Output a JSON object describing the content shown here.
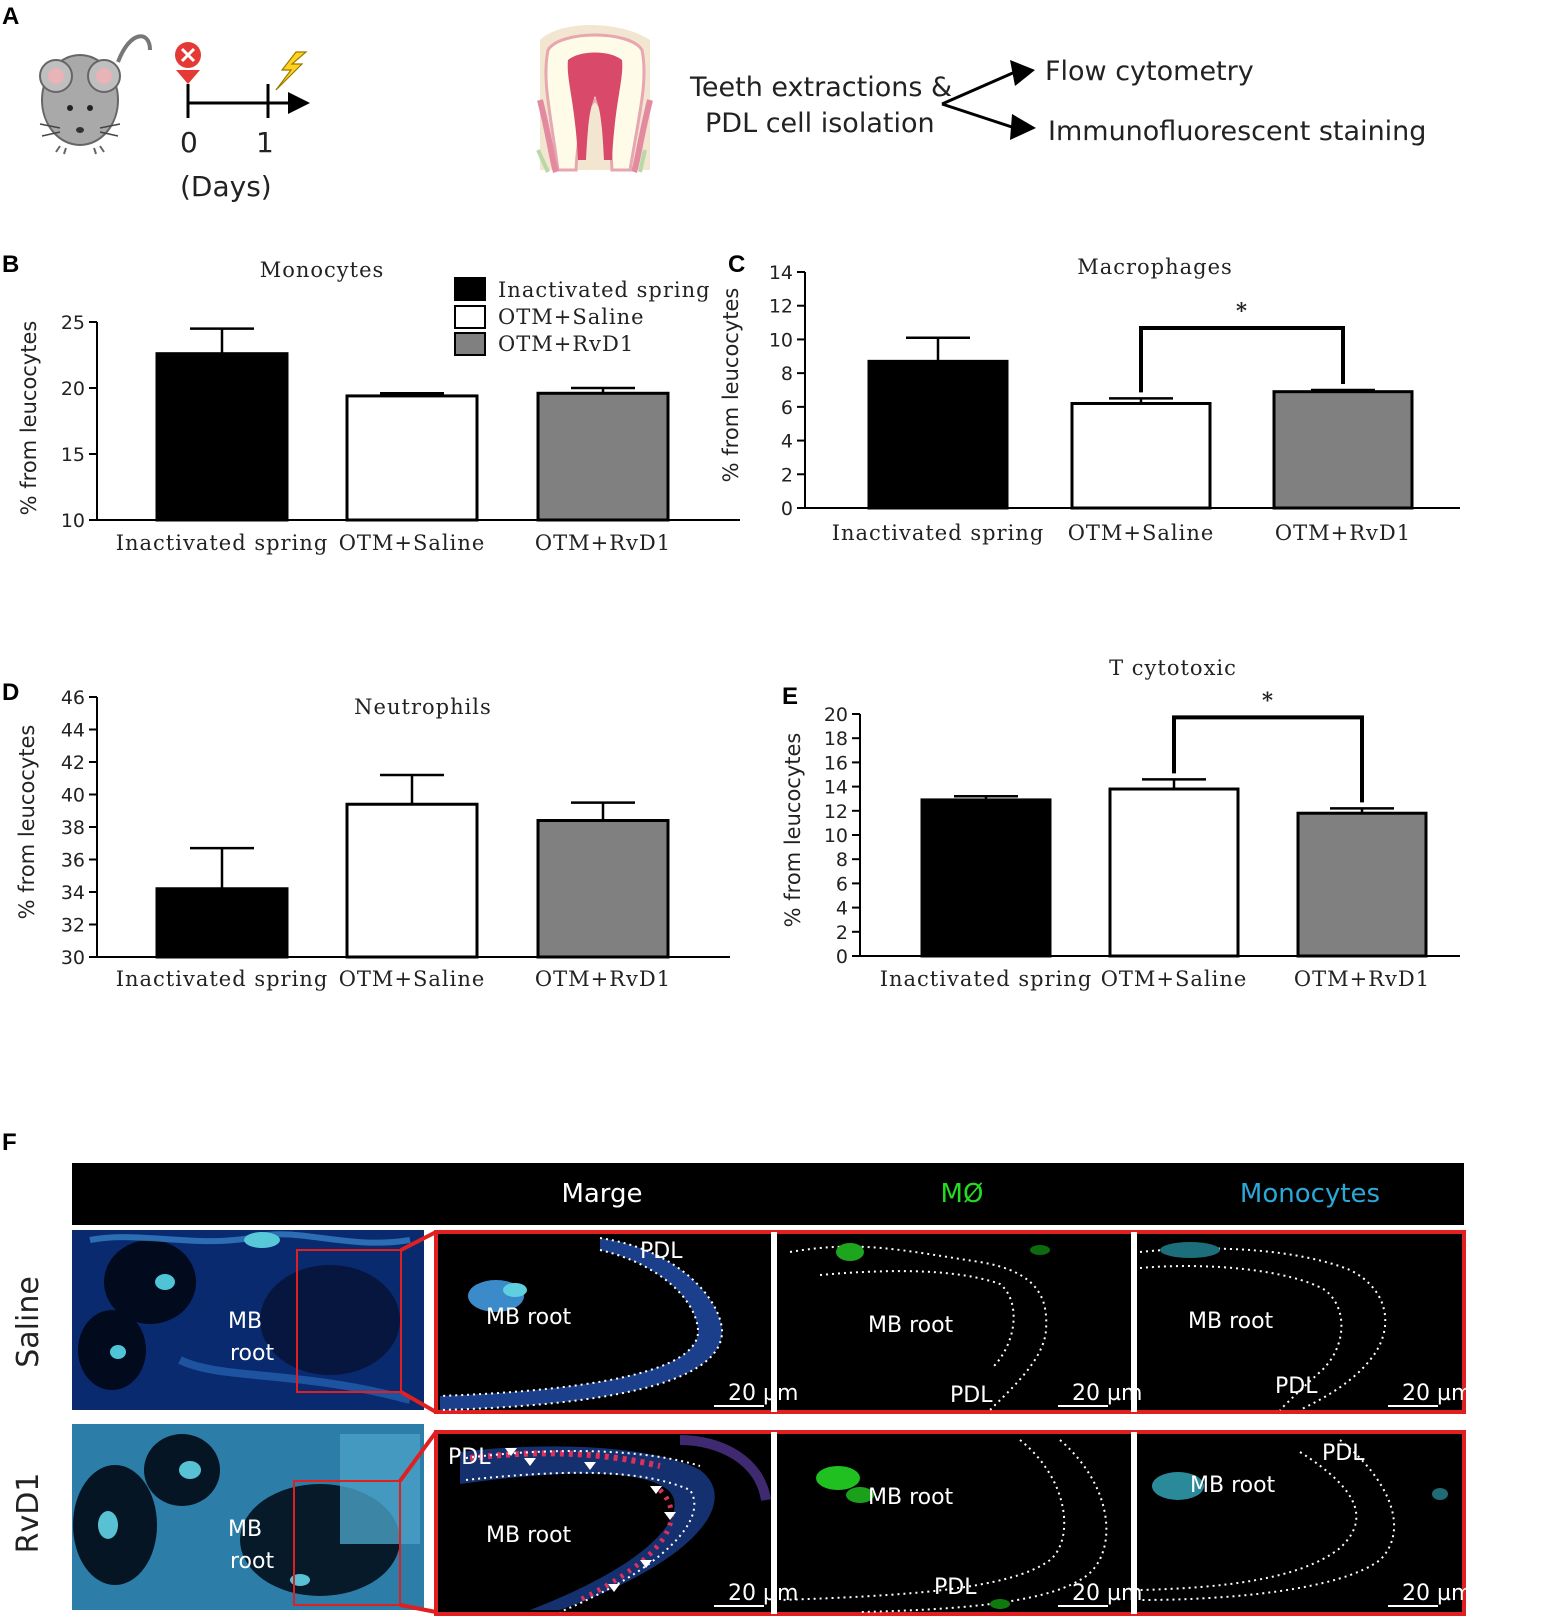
{
  "panel_labels": [
    "A",
    "B",
    "C",
    "D",
    "E",
    "F"
  ],
  "schematic": {
    "day0": "0",
    "day1": "1",
    "days_label": "(Days)",
    "procedure_line1": "Teeth extractions &",
    "procedure_line2": "PDL cell isolation",
    "output1": "Flow cytometry",
    "output2": "Immunofluorescent staining"
  },
  "legend": [
    {
      "label": "Inactivated spring",
      "color": "#000000"
    },
    {
      "label": "OTM+Saline",
      "color": "#ffffff"
    },
    {
      "label": "OTM+RvD1",
      "color": "#808080"
    }
  ],
  "chart_data": [
    {
      "id": "B",
      "type": "bar",
      "title": "Monocytes",
      "ylabel": "% from leucocytes",
      "categories": [
        "Inactivated spring",
        "OTM+Saline",
        "OTM+RvD1"
      ],
      "values": [
        22.6,
        19.4,
        19.6
      ],
      "errors": [
        1.9,
        0.2,
        0.4
      ],
      "colors": [
        "#000000",
        "#ffffff",
        "#808080"
      ],
      "ylim": [
        10,
        25
      ],
      "yticks": [
        10,
        15,
        20,
        25
      ],
      "significance": []
    },
    {
      "id": "C",
      "type": "bar",
      "title": "Macrophages",
      "ylabel": "% from leucocytes",
      "categories": [
        "Inactivated spring",
        "OTM+Saline",
        "OTM+RvD1"
      ],
      "values": [
        8.7,
        6.2,
        6.9
      ],
      "errors": [
        1.4,
        0.3,
        0.1
      ],
      "colors": [
        "#000000",
        "#ffffff",
        "#808080"
      ],
      "ylim": [
        0,
        14
      ],
      "yticks": [
        0,
        2,
        4,
        6,
        8,
        10,
        12,
        14
      ],
      "significance": [
        {
          "from": 1,
          "to": 2,
          "label": "*"
        }
      ]
    },
    {
      "id": "D",
      "type": "bar",
      "title": "Neutrophils",
      "ylabel": "% from leucocytes",
      "categories": [
        "Inactivated spring",
        "OTM+Saline",
        "OTM+RvD1"
      ],
      "values": [
        34.2,
        39.4,
        38.4
      ],
      "errors": [
        2.5,
        1.8,
        1.1
      ],
      "colors": [
        "#000000",
        "#ffffff",
        "#808080"
      ],
      "ylim": [
        30,
        46
      ],
      "yticks": [
        30,
        32,
        34,
        36,
        38,
        40,
        42,
        44,
        46
      ],
      "significance": []
    },
    {
      "id": "E",
      "type": "bar",
      "title": "T cytotoxic",
      "ylabel": "% from leucocytes",
      "categories": [
        "Inactivated spring",
        "OTM+Saline",
        "OTM+RvD1"
      ],
      "values": [
        12.9,
        13.8,
        11.8
      ],
      "errors": [
        0.3,
        0.8,
        0.4
      ],
      "colors": [
        "#000000",
        "#ffffff",
        "#808080"
      ],
      "ylim": [
        0,
        20
      ],
      "yticks": [
        0,
        2,
        4,
        6,
        8,
        10,
        12,
        14,
        16,
        18,
        20
      ],
      "significance": [
        {
          "from": 1,
          "to": 2,
          "label": "*"
        }
      ]
    }
  ],
  "microscopy": {
    "headers": [
      {
        "label": "Marge",
        "color": "#ffffff"
      },
      {
        "label": "MØ",
        "color": "#22dd22"
      },
      {
        "label": "Monocytes",
        "color": "#2aa8d8"
      }
    ],
    "rows": [
      "Saline",
      "RvD1"
    ],
    "root_word1": "MB",
    "root_word2": "root",
    "mb_root": "MB root",
    "pdl": "PDL",
    "scale_bar": "20 µm"
  }
}
